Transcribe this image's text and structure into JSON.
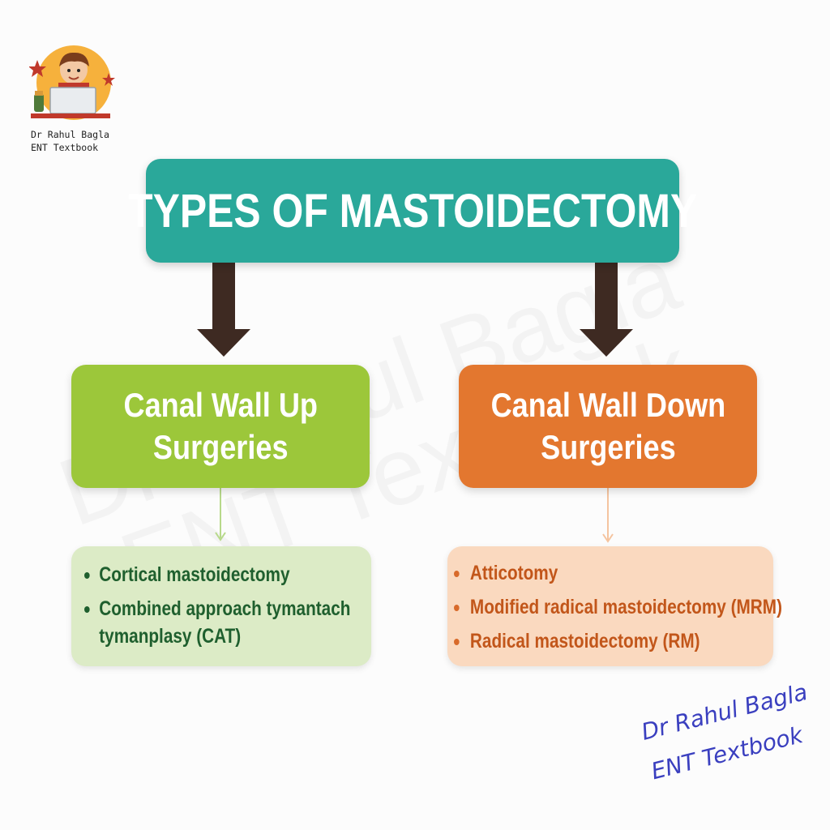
{
  "logo": {
    "caption_line1": "Dr Rahul Bagla",
    "caption_line2": "ENT Textbook"
  },
  "watermark": {
    "line1": "Dr Rahul Bagla",
    "line2": "ENT Textbook"
  },
  "title": "TYPES OF MASTOIDECTOMY",
  "categories": [
    {
      "line1": "Canal Wall Up",
      "line2": "Surgeries",
      "items": [
        "Cortical mastoidectomy",
        "Combined approach tymantach",
        "tymanplasy (CAT)"
      ]
    },
    {
      "line1": "Canal Wall Down",
      "line2": "Surgeries",
      "items": [
        "Atticotomy",
        "Modified radical mastoidectomy (MRM)",
        "Radical mastoidectomy (RM)"
      ]
    }
  ],
  "signature": {
    "line1": "Dr Rahul Bagla",
    "line2": "ENT Textbook"
  },
  "colors": {
    "title": "#2aa89a",
    "canal_wall_up": "#9cc73a",
    "canal_wall_down": "#e3772f",
    "arrow": "#3e2a22",
    "signature": "#3a3fbf"
  }
}
